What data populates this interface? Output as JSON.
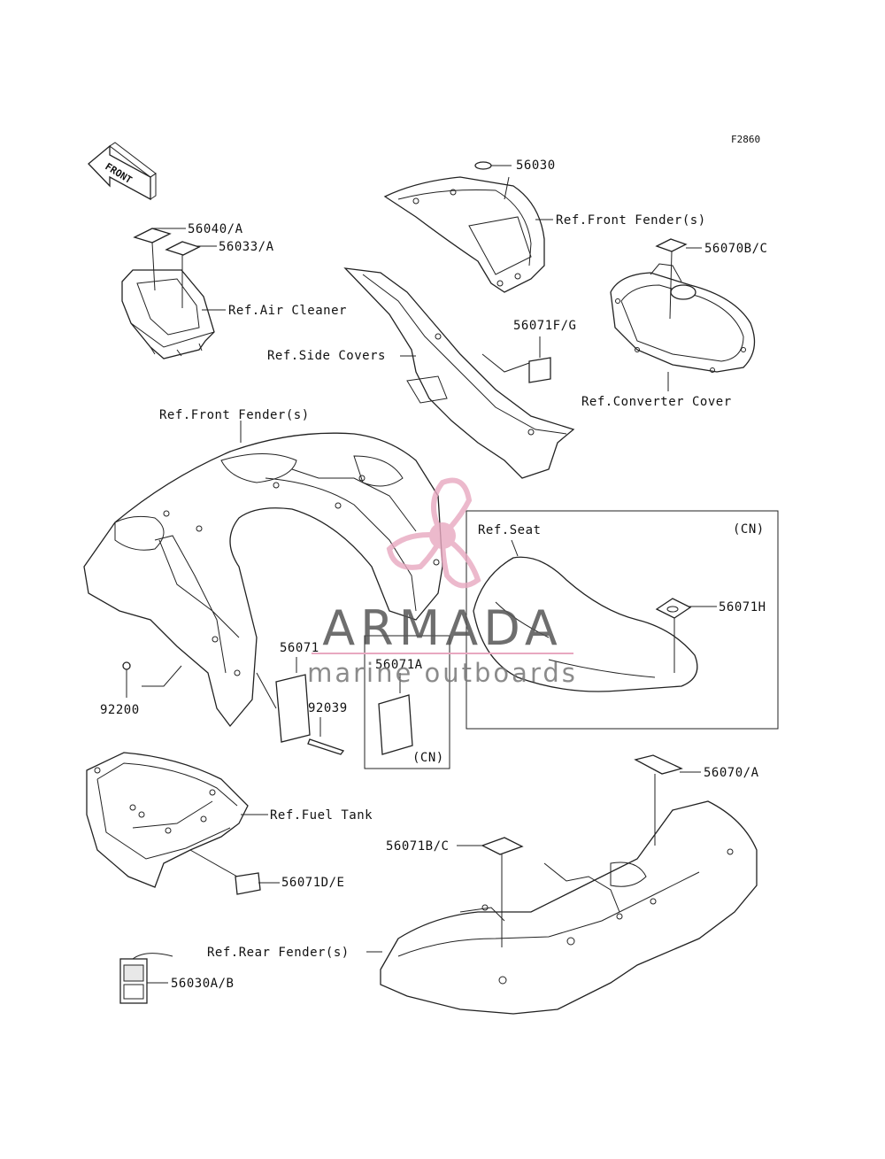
{
  "figure_code": "F2860",
  "direction_arrow": "FRONT",
  "watermark": {
    "brand": "ARMADA",
    "tagline": "marine outboards",
    "logo_color": "#e8a8c0"
  },
  "callouts": {
    "p56030": "56030",
    "ref_front_fender_top": "Ref.Front Fender(s)",
    "p56040A": "56040/A",
    "p56033A": "56033/A",
    "ref_air_cleaner": "Ref.Air Cleaner",
    "p56070BC": "56070B/C",
    "ref_side_covers": "Ref.Side Covers",
    "p56071FG": "56071F/G",
    "ref_converter_cover": "Ref.Converter Cover",
    "ref_front_fender_main": "Ref.Front Fender(s)",
    "ref_seat": "Ref.Seat",
    "cn_seat": "(CN)",
    "p56071H": "56071H",
    "p56071": "56071",
    "p56071A": "56071A",
    "cn_box": "(CN)",
    "p92039": "92039",
    "p92200": "92200",
    "ref_fuel_tank": "Ref.Fuel Tank",
    "p56071DE": "56071D/E",
    "p56070A": "56070/A",
    "p56071BC": "56071B/C",
    "ref_rear_fender": "Ref.Rear Fender(s)",
    "p56030AB": "56030A/B"
  }
}
